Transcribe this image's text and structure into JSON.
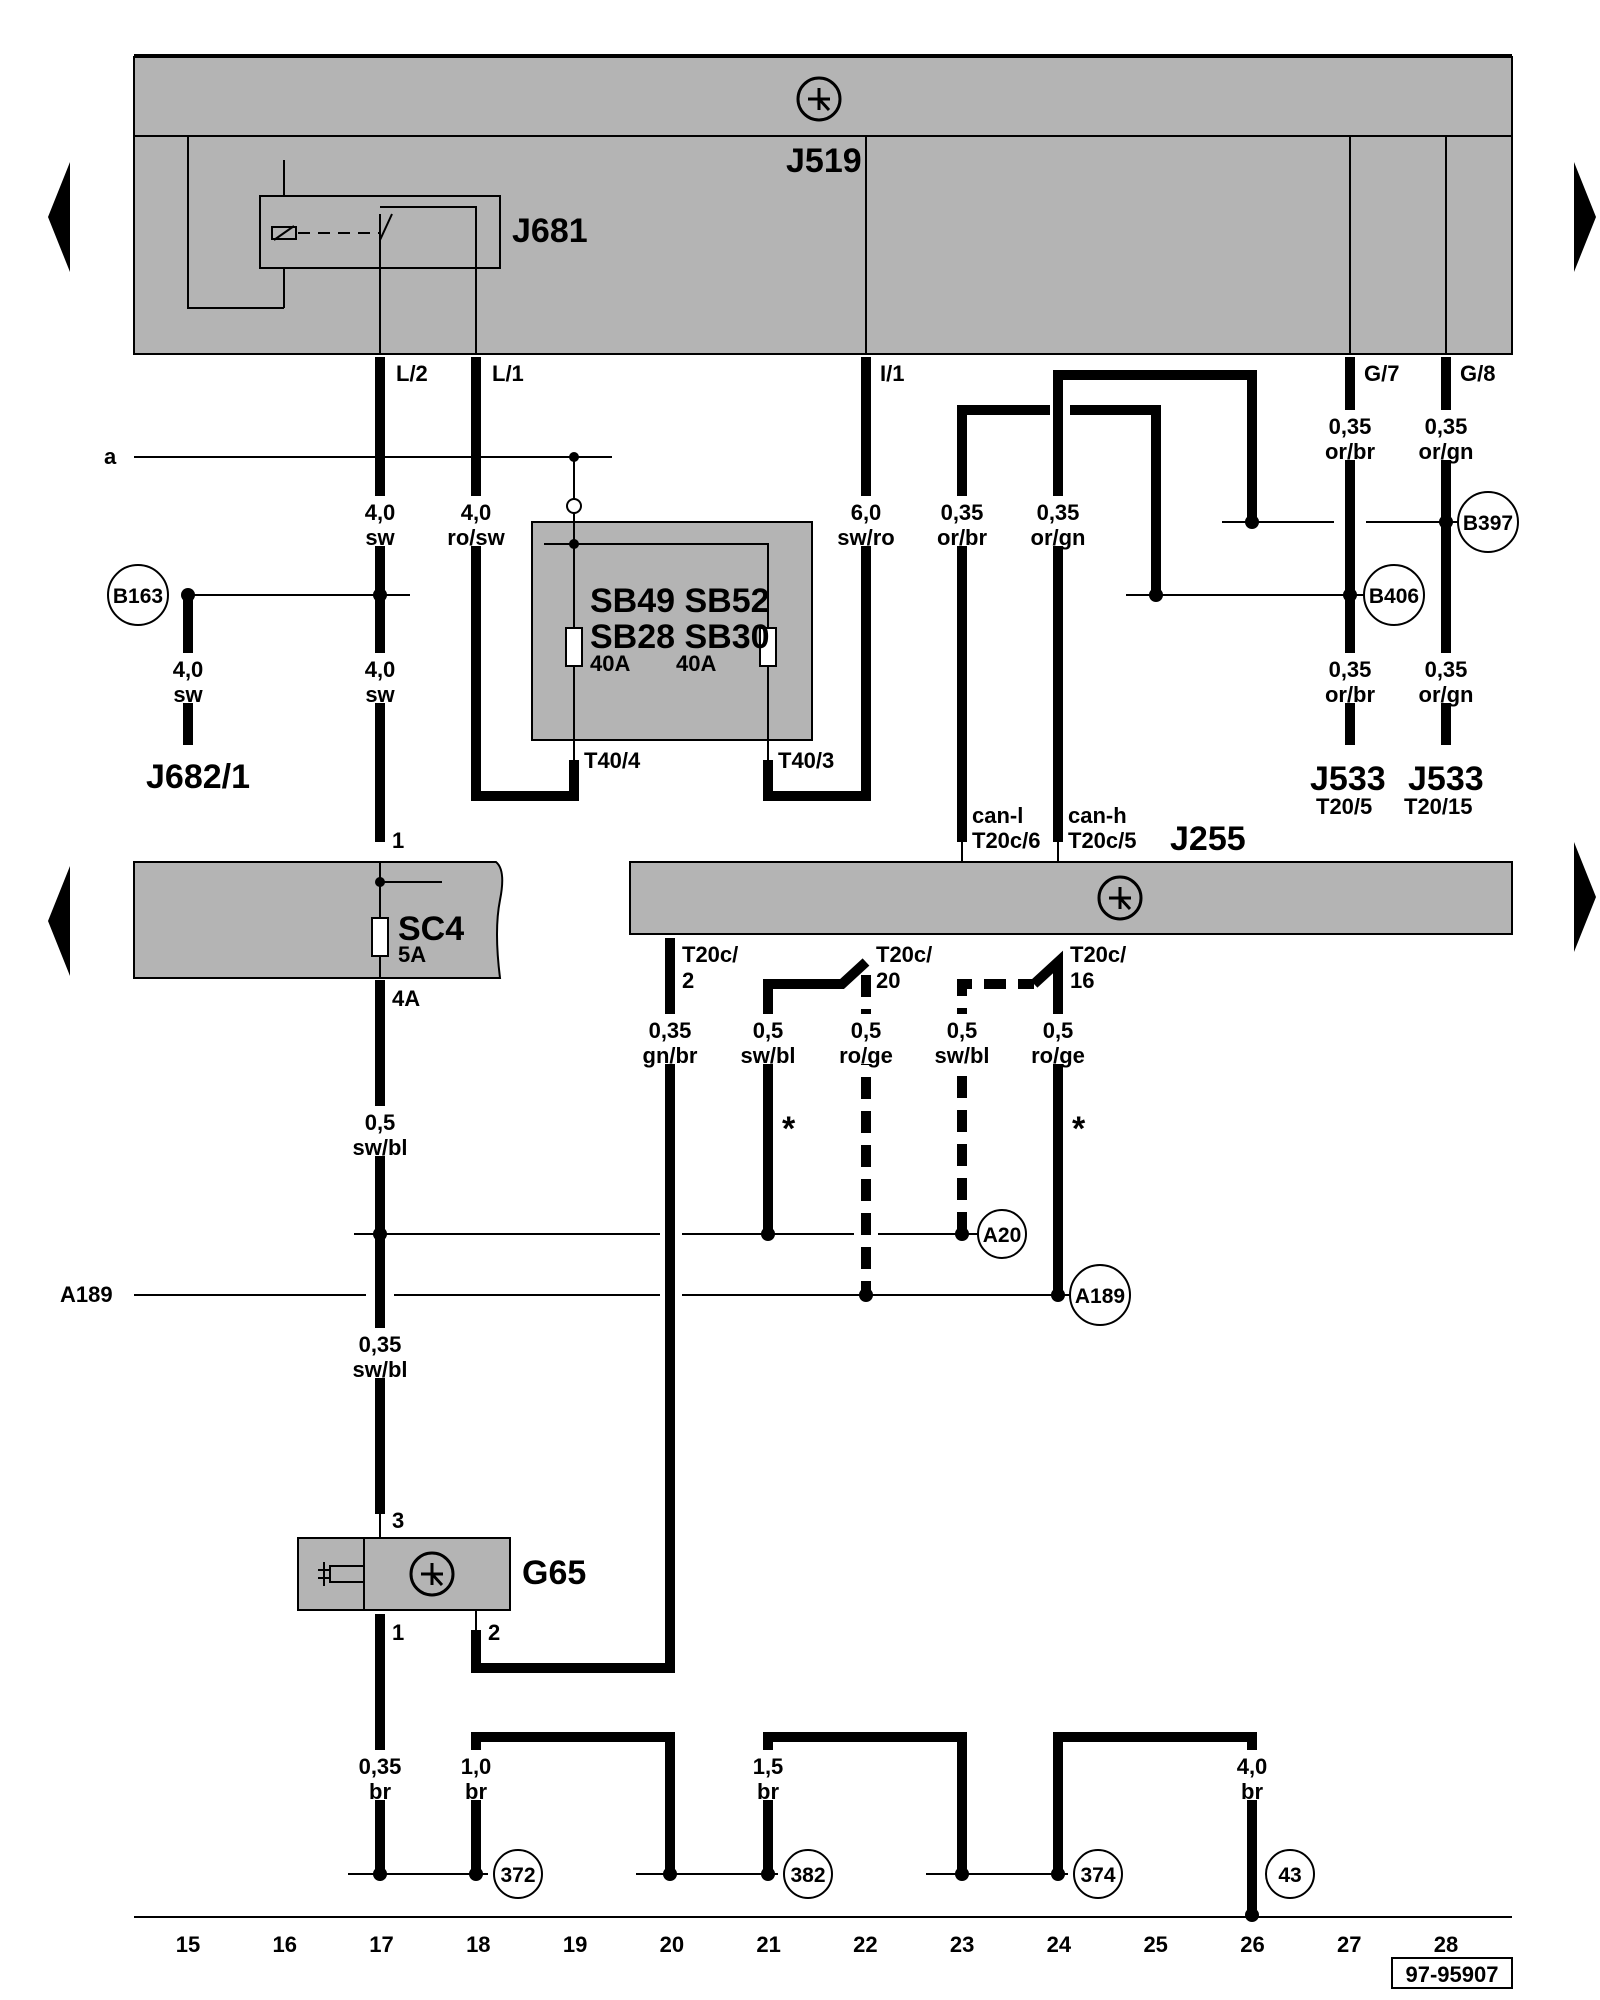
{
  "components": {
    "j519": "J519",
    "j681": "J681",
    "j682": "J682/1",
    "j255": "J255",
    "j533_a": "J533",
    "j533_a_pin": "T20/5",
    "j533_b": "J533",
    "j533_b_pin": "T20/15",
    "sb1": "SB49 SB52",
    "sb2": "SB28 SB30",
    "sb_amp_1": "40A",
    "sb_amp_2": "40A",
    "sc": "SC4",
    "sc_amp": "5A",
    "g65": "G65"
  },
  "pins": {
    "l2": "L/2",
    "l1": "L/1",
    "i1": "I/1",
    "g7": "G/7",
    "g8": "G/8",
    "t40_4": "T40/4",
    "t40_3": "T40/3",
    "can_l": "can-l",
    "can_l_pin": "T20c/6",
    "can_h": "can-h",
    "can_h_pin": "T20c/5",
    "t20c_2a": "T20c/",
    "t20c_2b": "2",
    "t20c_20a": "T20c/",
    "t20c_20b": "20",
    "t20c_16a": "T20c/",
    "t20c_16b": "16",
    "sc_in": "1",
    "sc_out": "4A",
    "g65_3": "3",
    "g65_1": "1",
    "g65_2": "2"
  },
  "line_labels": {
    "a": "a",
    "a189": "A189"
  },
  "wires": [
    {
      "size": "4,0",
      "color": "sw"
    },
    {
      "size": "4,0",
      "color": "ro/sw"
    },
    {
      "size": "6,0",
      "color": "sw/ro"
    },
    {
      "size": "0,35",
      "color": "or/br"
    },
    {
      "size": "0,35",
      "color": "or/gn"
    },
    {
      "size": "0,35",
      "color": "or/br"
    },
    {
      "size": "0,35",
      "color": "or/gn"
    },
    {
      "size": "4,0",
      "color": "sw"
    },
    {
      "size": "4,0",
      "color": "sw"
    },
    {
      "size": "0,35",
      "color": "or/br"
    },
    {
      "size": "0,35",
      "color": "or/gn"
    },
    {
      "size": "0,35",
      "color": "gn/br"
    },
    {
      "size": "0,5",
      "color": "sw/bl"
    },
    {
      "size": "0,5",
      "color": "ro/ge"
    },
    {
      "size": "0,5",
      "color": "sw/bl"
    },
    {
      "size": "0,5",
      "color": "ro/ge"
    },
    {
      "size": "0,5",
      "color": "sw/bl"
    },
    {
      "size": "0,35",
      "color": "sw/bl"
    },
    {
      "size": "0,35",
      "color": "br"
    },
    {
      "size": "1,0",
      "color": "br"
    },
    {
      "size": "1,5",
      "color": "br"
    },
    {
      "size": "4,0",
      "color": "br"
    }
  ],
  "connectors": [
    "B163",
    "B397",
    "B406",
    "A20",
    "A189",
    "372",
    "382",
    "374",
    "43"
  ],
  "footnote_marks": [
    "*",
    "*"
  ],
  "columns": [
    "15",
    "16",
    "17",
    "18",
    "19",
    "20",
    "21",
    "22",
    "23",
    "24",
    "25",
    "26",
    "27",
    "28"
  ],
  "doc_number": "97-95907",
  "icons": [
    "ecu-symbol-icon",
    "relay-icon",
    "fuse-icon",
    "page-arrow-left-icon",
    "page-arrow-right-icon",
    "capacitor-icon"
  ]
}
